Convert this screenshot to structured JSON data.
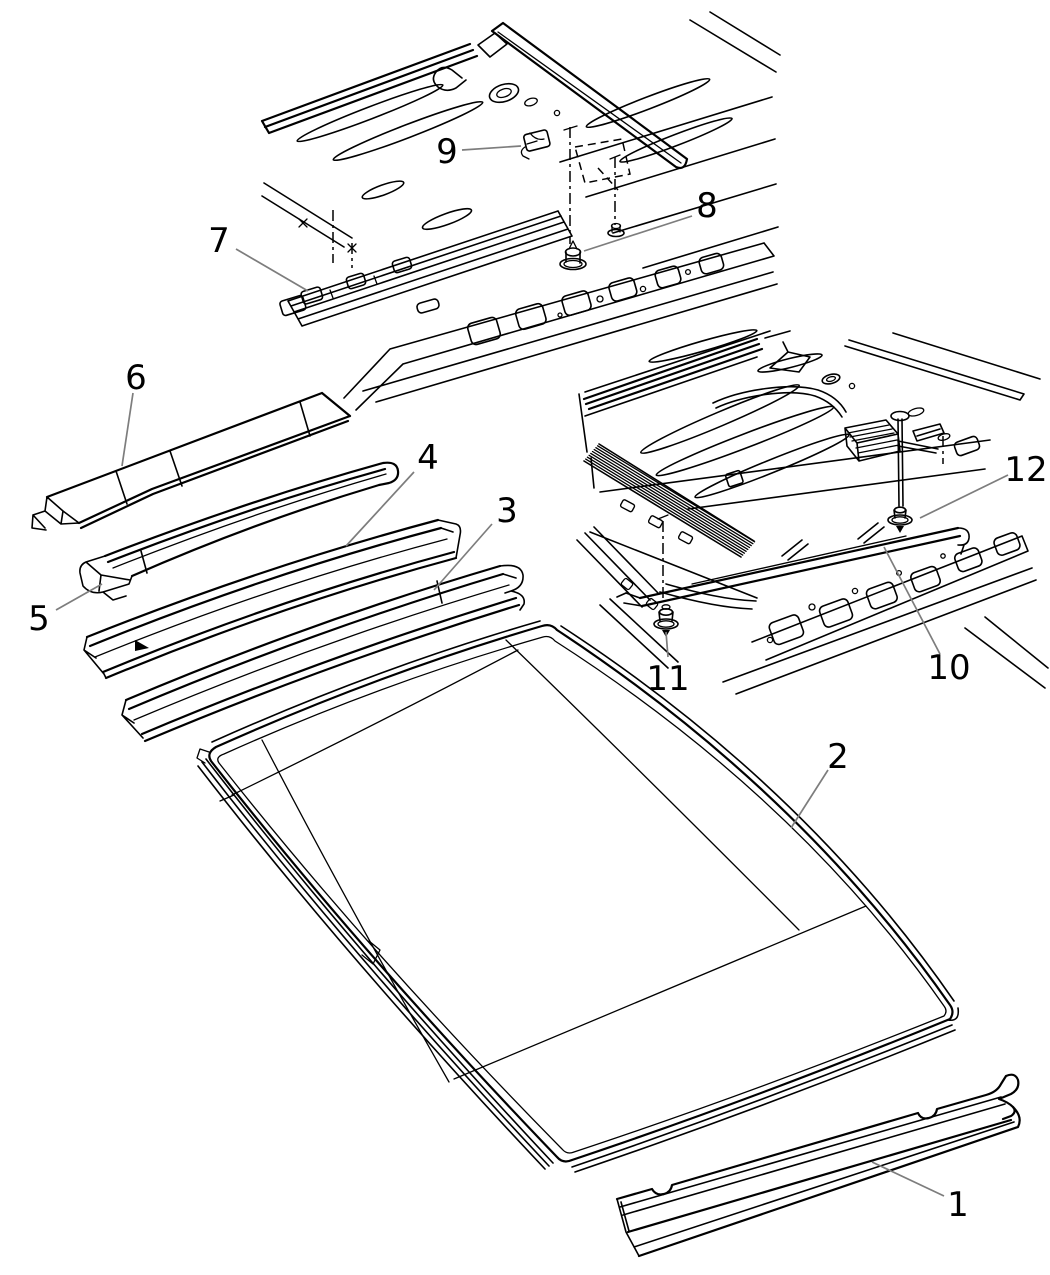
{
  "figure": {
    "type": "exploded-parts-diagram",
    "subject": "roof-panel-assembly",
    "background": "#ffffff",
    "colors": {
      "line": "#000000",
      "leader": "#7d7d7d",
      "label": "#000000",
      "bg": "#ffffff"
    }
  },
  "callouts": [
    {
      "id": 1,
      "label": "1"
    },
    {
      "id": 2,
      "label": "2"
    },
    {
      "id": 3,
      "label": "3"
    },
    {
      "id": 4,
      "label": "4"
    },
    {
      "id": 5,
      "label": "5"
    },
    {
      "id": 6,
      "label": "6"
    },
    {
      "id": 7,
      "label": "7"
    },
    {
      "id": 8,
      "label": "8"
    },
    {
      "id": 9,
      "label": "9"
    },
    {
      "id": 10,
      "label": "10"
    },
    {
      "id": 11,
      "label": "11"
    },
    {
      "id": 12,
      "label": "12"
    }
  ]
}
